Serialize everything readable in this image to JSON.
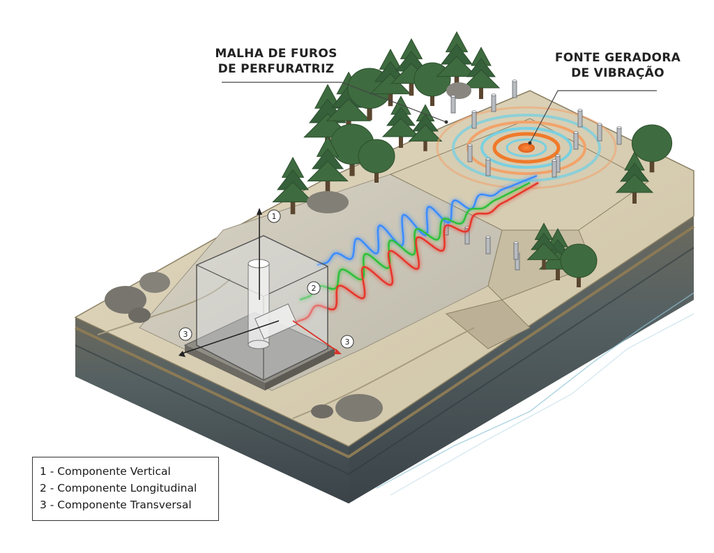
{
  "callouts": {
    "drill_grid": [
      "MALHA DE FUROS",
      "DE PERFURATRIZ"
    ],
    "vibration_source": [
      "FONTE GERADORA",
      "DE VIBRAÇÃO"
    ]
  },
  "axis_markers": {
    "vertical": "1",
    "longitudinal": "2",
    "transverse_left": "3",
    "transverse_right": "3"
  },
  "legend": [
    "1 - Componente Vertical",
    "2 - Componente Longitudinal",
    "3 - Componente Transversal"
  ],
  "colors": {
    "vertical_wave": "#3b8cff",
    "longitudinal_wave": "#2fbf3a",
    "transverse_wave": "#e8352b",
    "source_core": "#f07a2a",
    "ring_teal": "#7ad0e0",
    "ring_orange": "#f2a36a",
    "terrain": "#d9cfb6",
    "soil_dark": "#4a4f52",
    "tree": "#3e6b3f"
  }
}
